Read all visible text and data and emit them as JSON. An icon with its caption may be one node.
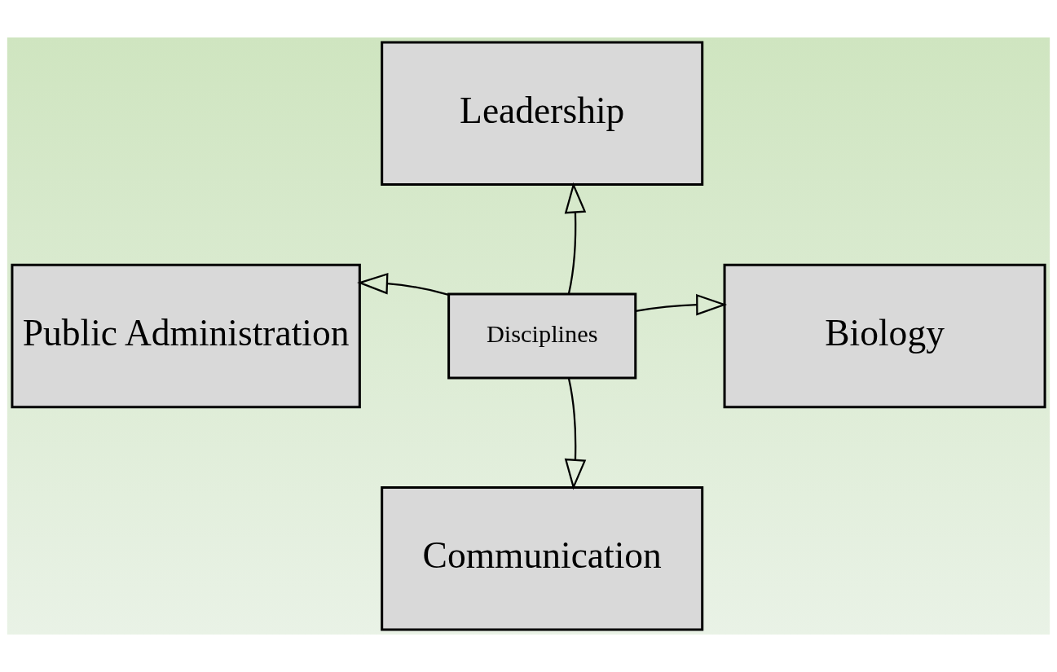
{
  "diagram": {
    "nodes": [
      {
        "text": [
          "Leadership"
        ]
      },
      {
        "text": [
          "Public Administration"
        ]
      },
      {
        "text": [
          "Disciplines"
        ]
      },
      {
        "text": [
          "Biology"
        ]
      },
      {
        "text": [
          "Communication"
        ]
      }
    ],
    "edges": [
      {
        "from": 2,
        "to": 0,
        "arrow": "to"
      },
      {
        "from": 2,
        "to": 1,
        "arrow": "to"
      },
      {
        "from": 2,
        "to": 3,
        "arrow": "to"
      },
      {
        "from": 2,
        "to": 4,
        "arrow": "to"
      }
    ]
  }
}
